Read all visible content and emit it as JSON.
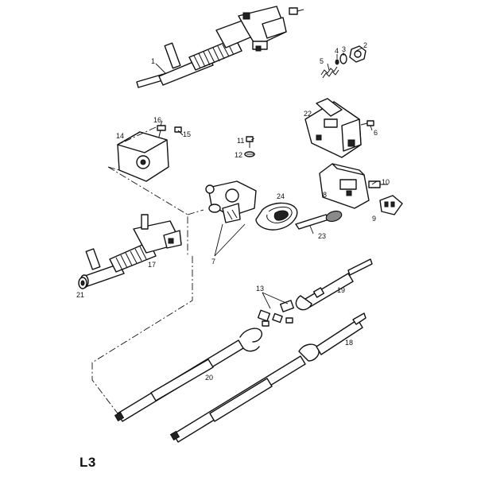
{
  "page_code": "L3",
  "callouts": {
    "c1": "1",
    "c2": "2",
    "c3": "3",
    "c4": "4",
    "c5": "5",
    "c6": "6",
    "c7": "7",
    "c8": "8",
    "c9": "9",
    "c10": "10",
    "c11": "11",
    "c12": "12",
    "c13": "13",
    "c14": "14",
    "c15": "15",
    "c16": "16",
    "c17": "17",
    "c18": "18",
    "c19": "19",
    "c20": "20",
    "c21": "21",
    "c22": "22",
    "c23": "23",
    "c24": "24"
  }
}
